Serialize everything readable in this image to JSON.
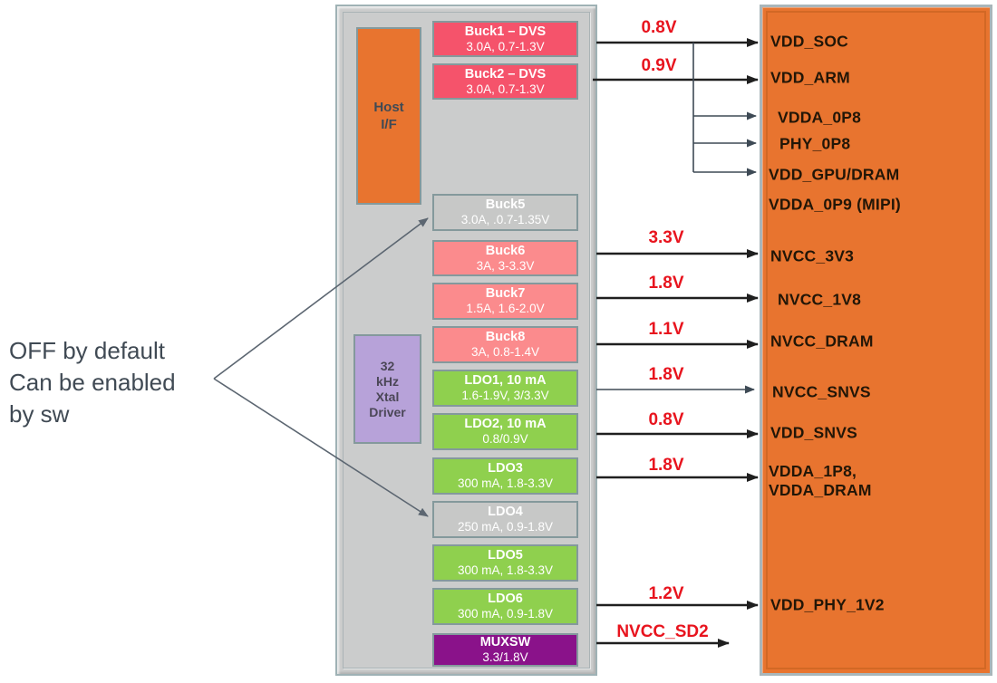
{
  "note": {
    "line1": "OFF by default",
    "line2": "Can be enabled",
    "line3": "by sw"
  },
  "pmic": {
    "host_if": {
      "line1": "Host",
      "line2": "I/F"
    },
    "xtal": {
      "line1": "32",
      "line2": "kHz",
      "line3": "Xtal",
      "line4": "Driver"
    },
    "blocks": {
      "buck1": {
        "title": "Buck1 – DVS",
        "subtitle": "3.0A, 0.7-1.3V"
      },
      "buck2": {
        "title": "Buck2 – DVS",
        "subtitle": "3.0A, 0.7-1.3V"
      },
      "buck5": {
        "title": "Buck5",
        "subtitle": "3.0A, .0.7-1.35V"
      },
      "buck6": {
        "title": "Buck6",
        "subtitle": "3A, 3-3.3V"
      },
      "buck7": {
        "title": "Buck7",
        "subtitle": "1.5A, 1.6-2.0V"
      },
      "buck8": {
        "title": "Buck8",
        "subtitle": "3A, 0.8-1.4V"
      },
      "ldo1": {
        "title": "LDO1, 10 mA",
        "subtitle": "1.6-1.9V, 3/3.3V"
      },
      "ldo2": {
        "title": "LDO2, 10 mA",
        "subtitle": "0.8/0.9V"
      },
      "ldo3": {
        "title": "LDO3",
        "subtitle": "300 mA, 1.8-3.3V"
      },
      "ldo4": {
        "title": "LDO4",
        "subtitle": "250 mA, 0.9-1.8V"
      },
      "ldo5": {
        "title": "LDO5",
        "subtitle": "300 mA, 1.8-3.3V"
      },
      "ldo6": {
        "title": "LDO6",
        "subtitle": "300 mA, 0.9-1.8V"
      },
      "muxsw": {
        "title": "MUXSW",
        "subtitle": "3.3/1.8V"
      }
    }
  },
  "voltages": {
    "buck1": "0.8V",
    "buck2": "0.9V",
    "buck6": "3.3V",
    "buck7": "1.8V",
    "buck8": "1.1V",
    "ldo1": "1.8V",
    "ldo2": "0.8V",
    "ldo3": "1.8V",
    "ldo6": "1.2V",
    "muxsw": "NVCC_SD2"
  },
  "soc_rails": {
    "vdd_soc": "VDD_SOC",
    "vdd_arm": "VDD_ARM",
    "vdda_0p8": "VDDA_0P8",
    "phy_0p8": "PHY_0P8",
    "vdd_gpu_dram": "VDD_GPU/DRAM",
    "vdda_0p9_mipi": "VDDA_0P9 (MIPI)",
    "nvcc_3v3": "NVCC_3V3",
    "nvcc_1v8": "NVCC_1V8",
    "nvcc_dram": "NVCC_DRAM",
    "nvcc_snvs": "NVCC_SNVS",
    "vdd_snvs": "VDD_SNVS",
    "vdda_1p8_line1": "VDDA_1P8,",
    "vdda_1p8_line2": "VDDA_DRAM",
    "vdd_phy_1v2": "VDD_PHY_1V2"
  },
  "colors": {
    "soc_box_orange": "#e8742f",
    "dvs_red": "#f5536b",
    "buck_salmon": "#fb8b8d",
    "ldo_green": "#8fd04e",
    "disabled_gray": "#c7c8c7",
    "muxsw_purple": "#8a128a",
    "host_if_orange": "#e8742f",
    "xtal_purple": "#b7a2d9",
    "voltage_label_red": "#e8141e",
    "panel_gray": "#cbcccc"
  }
}
